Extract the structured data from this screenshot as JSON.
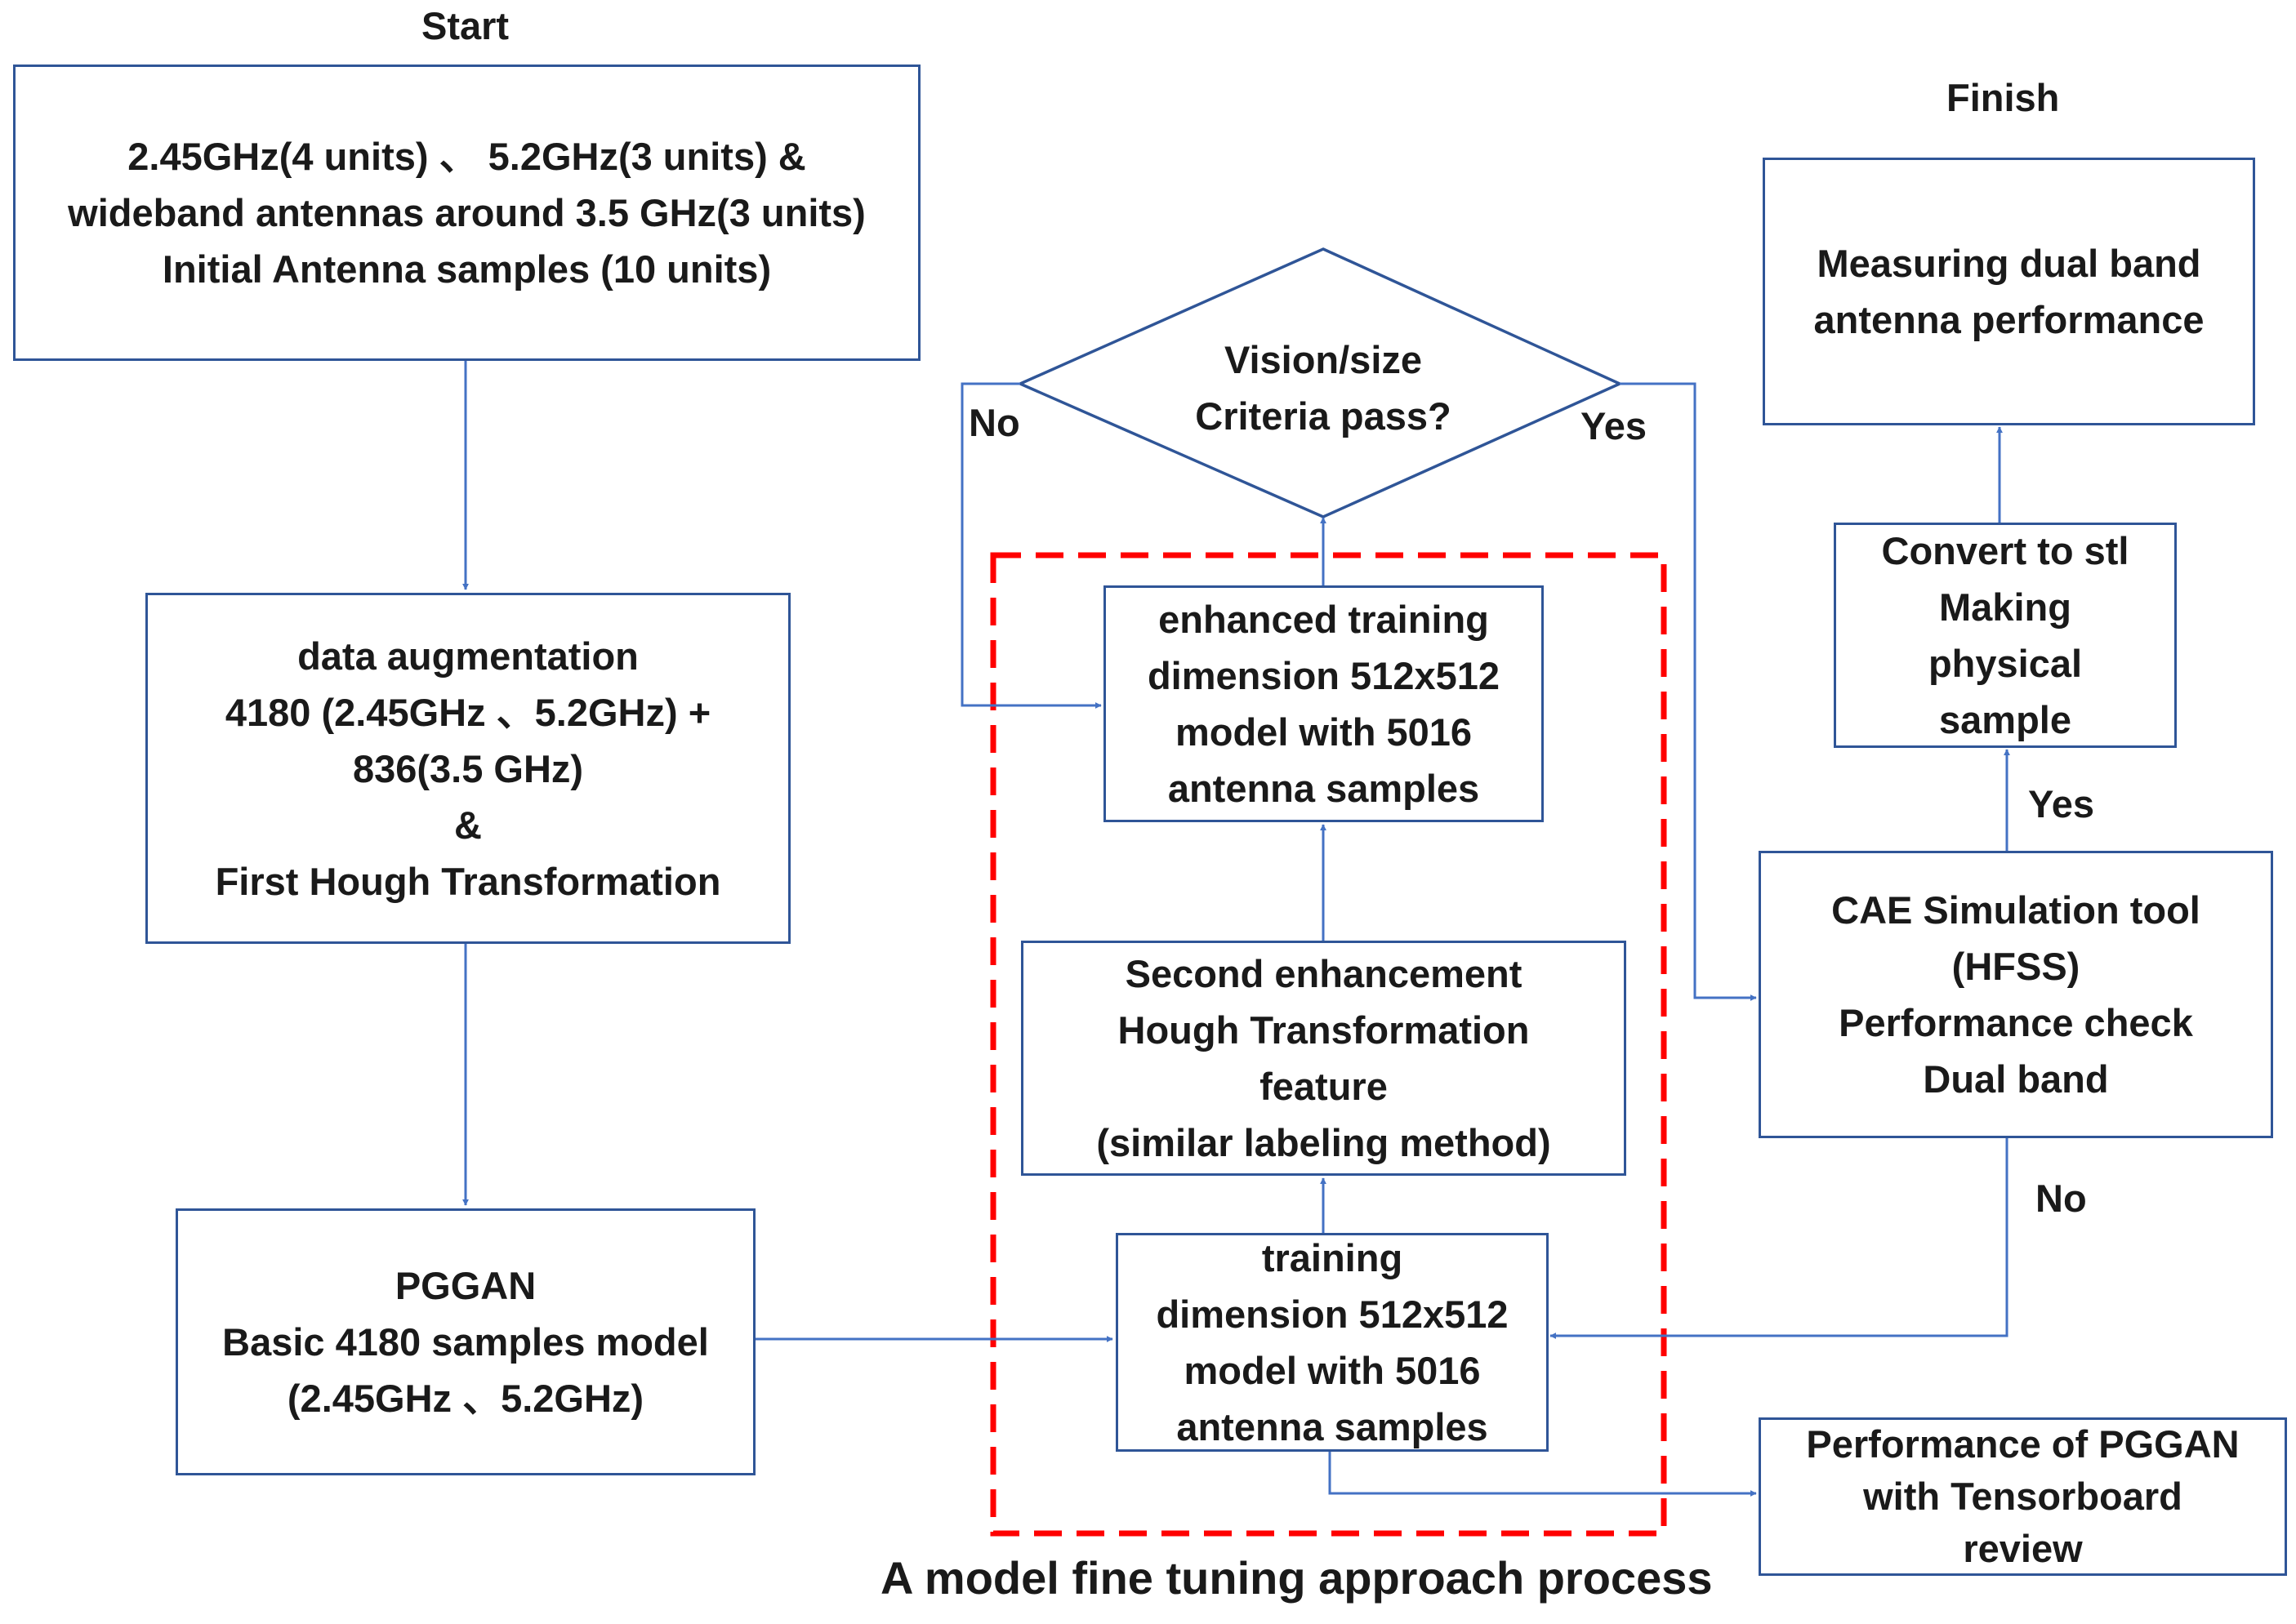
{
  "flowchart": {
    "start_label": "Start",
    "finish_label": "Finish",
    "caption": "A model fine tuning approach process",
    "colors": {
      "line": "#4472c4",
      "box_border": "#2f5597",
      "dashed_region": "#ff0000"
    },
    "nodes": {
      "initial_samples": {
        "lines": [
          "2.45GHz(4 units) 、 5.2GHz(3 units) &",
          "wideband antennas around 3.5 GHz(3 units)",
          "Initial Antenna samples (10 units)"
        ]
      },
      "data_augmentation": {
        "lines": [
          "data augmentation",
          "4180 (2.45GHz 、5.2GHz) +",
          "836(3.5 GHz)",
          "&",
          "First Hough Transformation"
        ]
      },
      "pggan_basic": {
        "lines": [
          "PGGAN",
          "Basic 4180 samples model",
          "(2.45GHz 、5.2GHz)"
        ]
      },
      "training": {
        "lines": [
          "training",
          "dimension 512x512",
          "model with 5016",
          "antenna samples"
        ]
      },
      "second_enhancement": {
        "lines": [
          "Second enhancement",
          "Hough Transformation",
          "feature",
          "(similar labeling method)"
        ]
      },
      "enhanced_training": {
        "lines": [
          "enhanced training",
          "dimension 512x512",
          "model with 5016",
          "antenna samples"
        ]
      },
      "criteria_decision": {
        "lines": [
          "Vision/size",
          "Criteria pass?"
        ]
      },
      "cae_simulation": {
        "lines": [
          "CAE Simulation tool",
          "(HFSS)",
          "Performance check",
          "Dual band"
        ]
      },
      "convert_stl": {
        "lines": [
          "Convert to stl",
          "Making",
          "physical",
          "sample"
        ]
      },
      "measuring": {
        "lines": [
          "Measuring dual band",
          "antenna performance"
        ]
      },
      "pggan_performance": {
        "lines": [
          "Performance of PGGAN",
          "with Tensorboard",
          "review"
        ]
      }
    },
    "edge_labels": {
      "decision_no": "No",
      "decision_yes": "Yes",
      "cae_yes": "Yes",
      "cae_no": "No"
    }
  }
}
